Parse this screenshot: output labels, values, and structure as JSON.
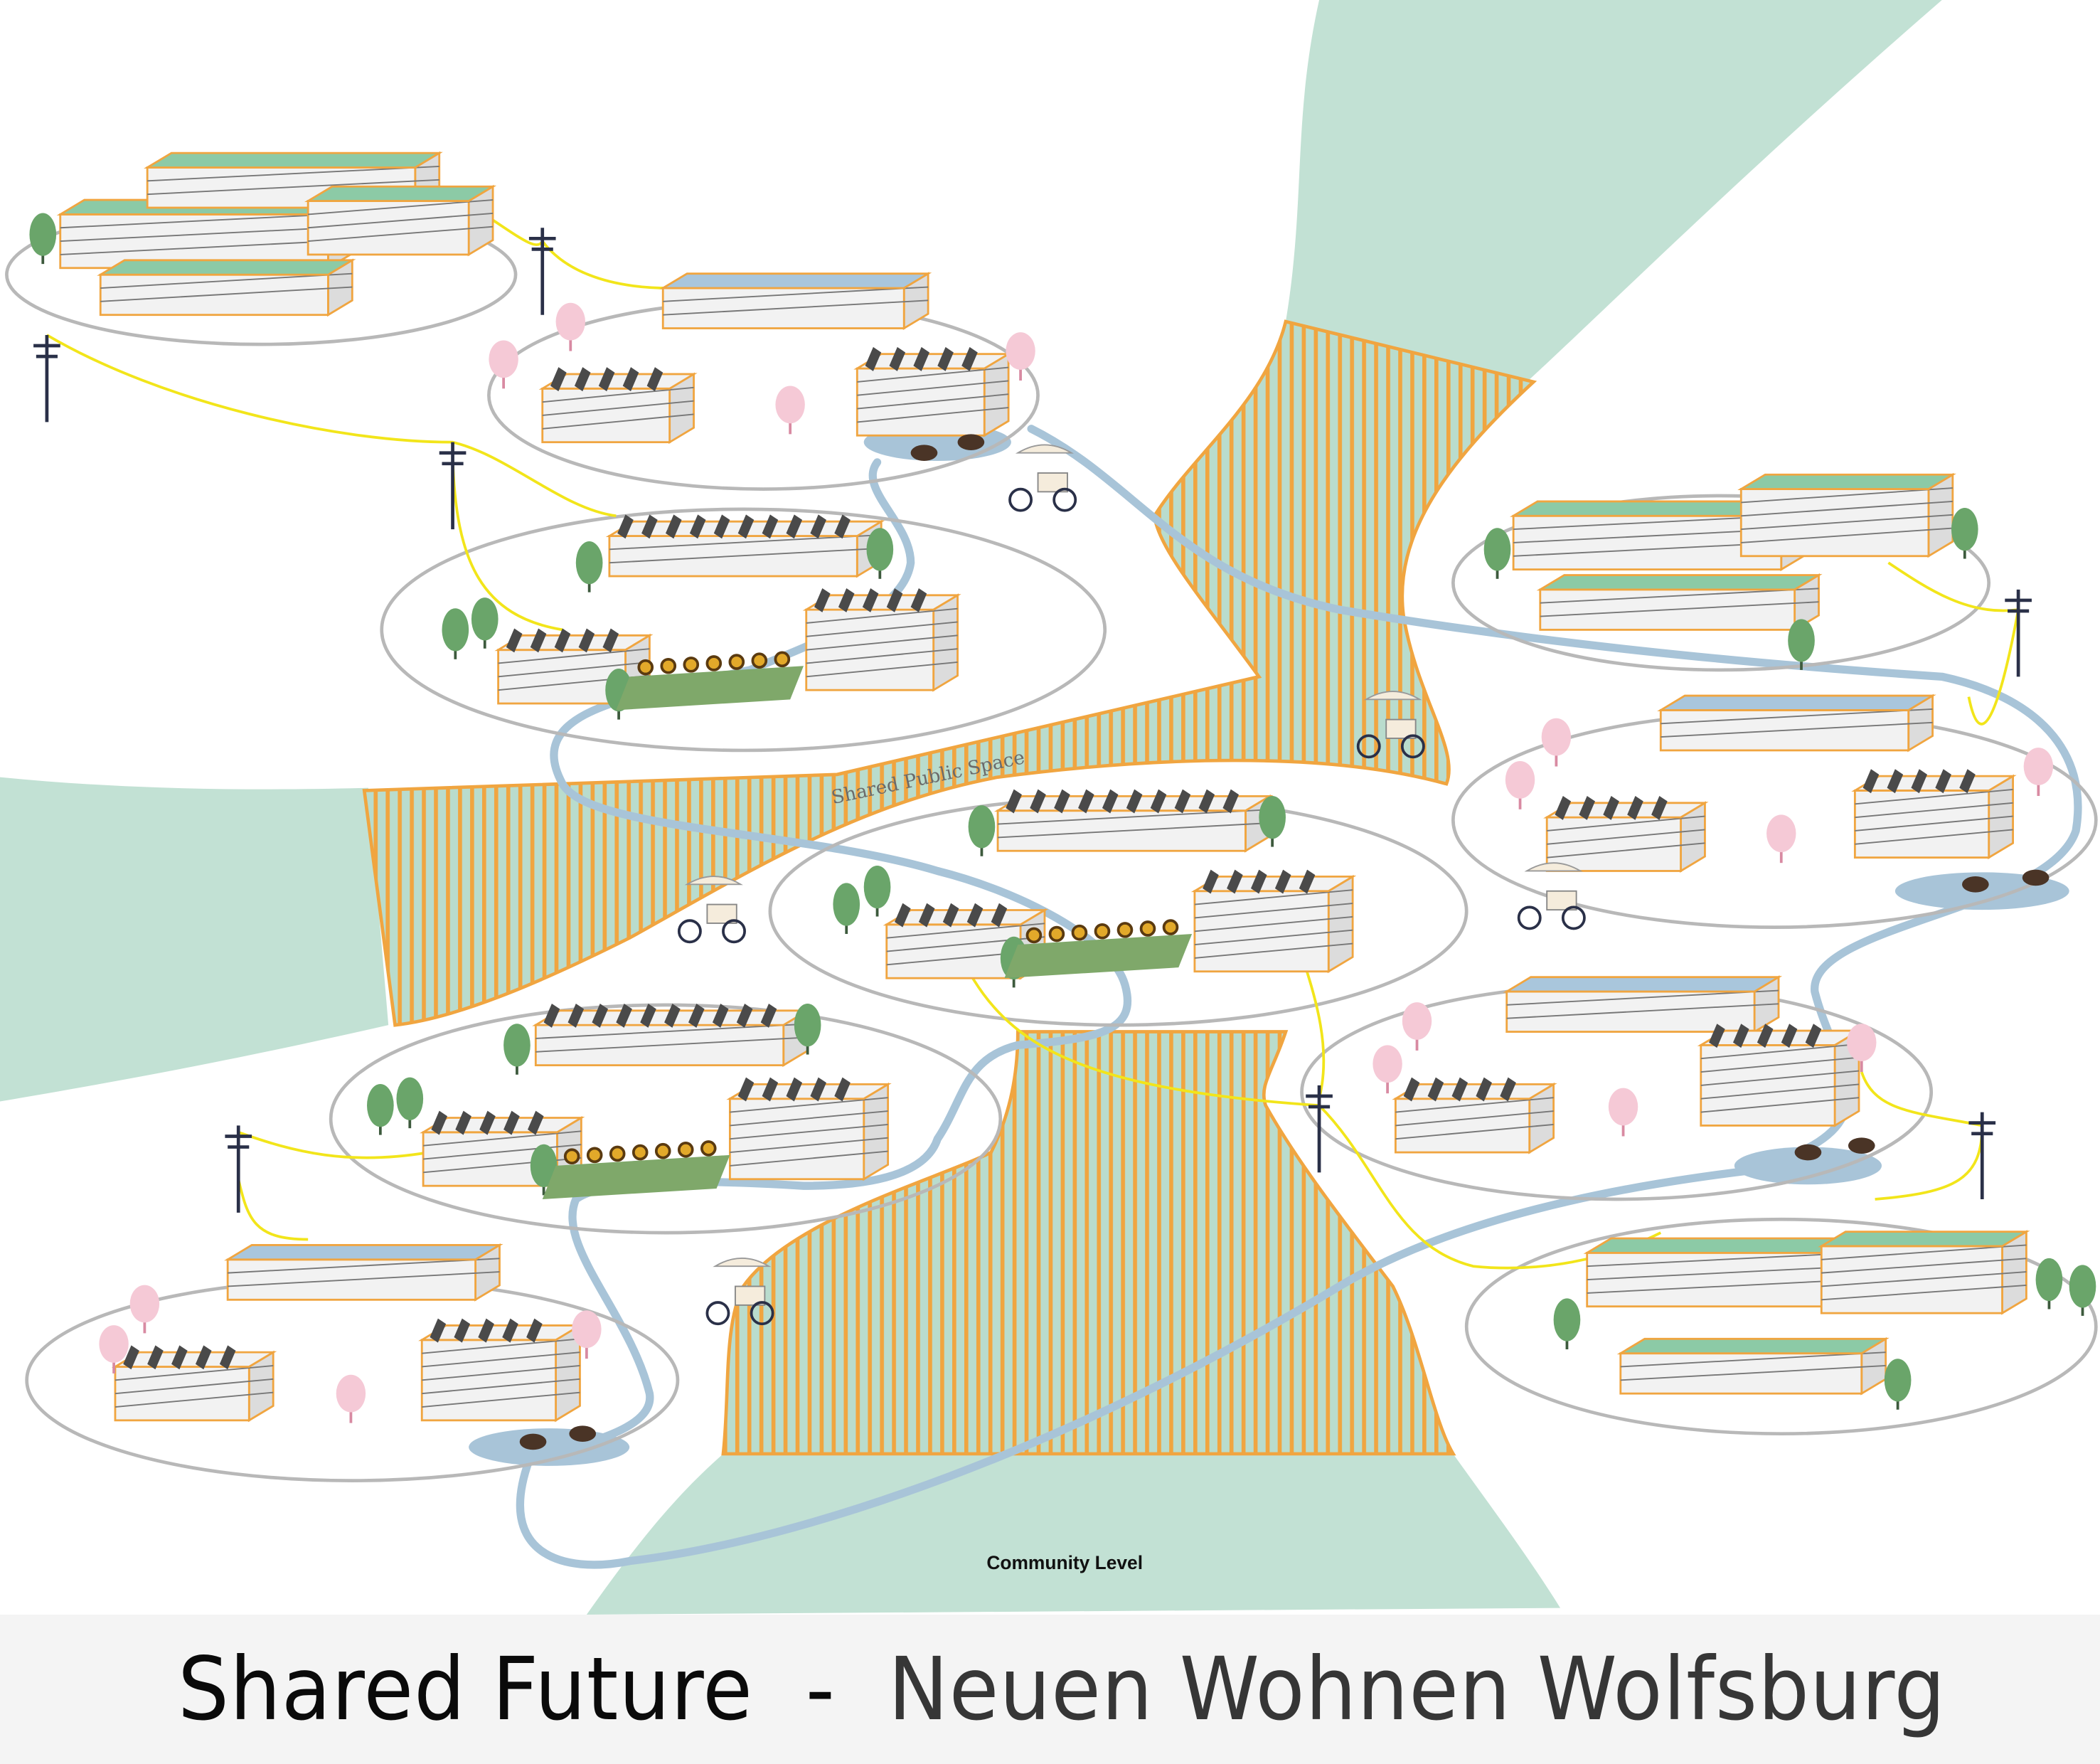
{
  "map": {
    "shared_space_label": "Shared Public Space",
    "level_label": "Community Level"
  },
  "title": {
    "main": "Shared Future",
    "separator": "  -  ",
    "subtitle": "Neuen Wohnen Wolfsburg"
  },
  "colors": {
    "green_field": "#c2e1d4",
    "hatch_orange": "#f0a540",
    "hatch_green": "#b9dccd",
    "river": "#a8c4d8",
    "power_line": "#f2e51a",
    "cluster_ring": "#b8b8b8",
    "tree": "#6aa56a",
    "blossom": "#f5c9d6",
    "roof_green": "#8ccaa6",
    "roof_blue": "#a9c6dc",
    "solar": "#4a4a4a",
    "title_bar": "#f4f4f4"
  }
}
